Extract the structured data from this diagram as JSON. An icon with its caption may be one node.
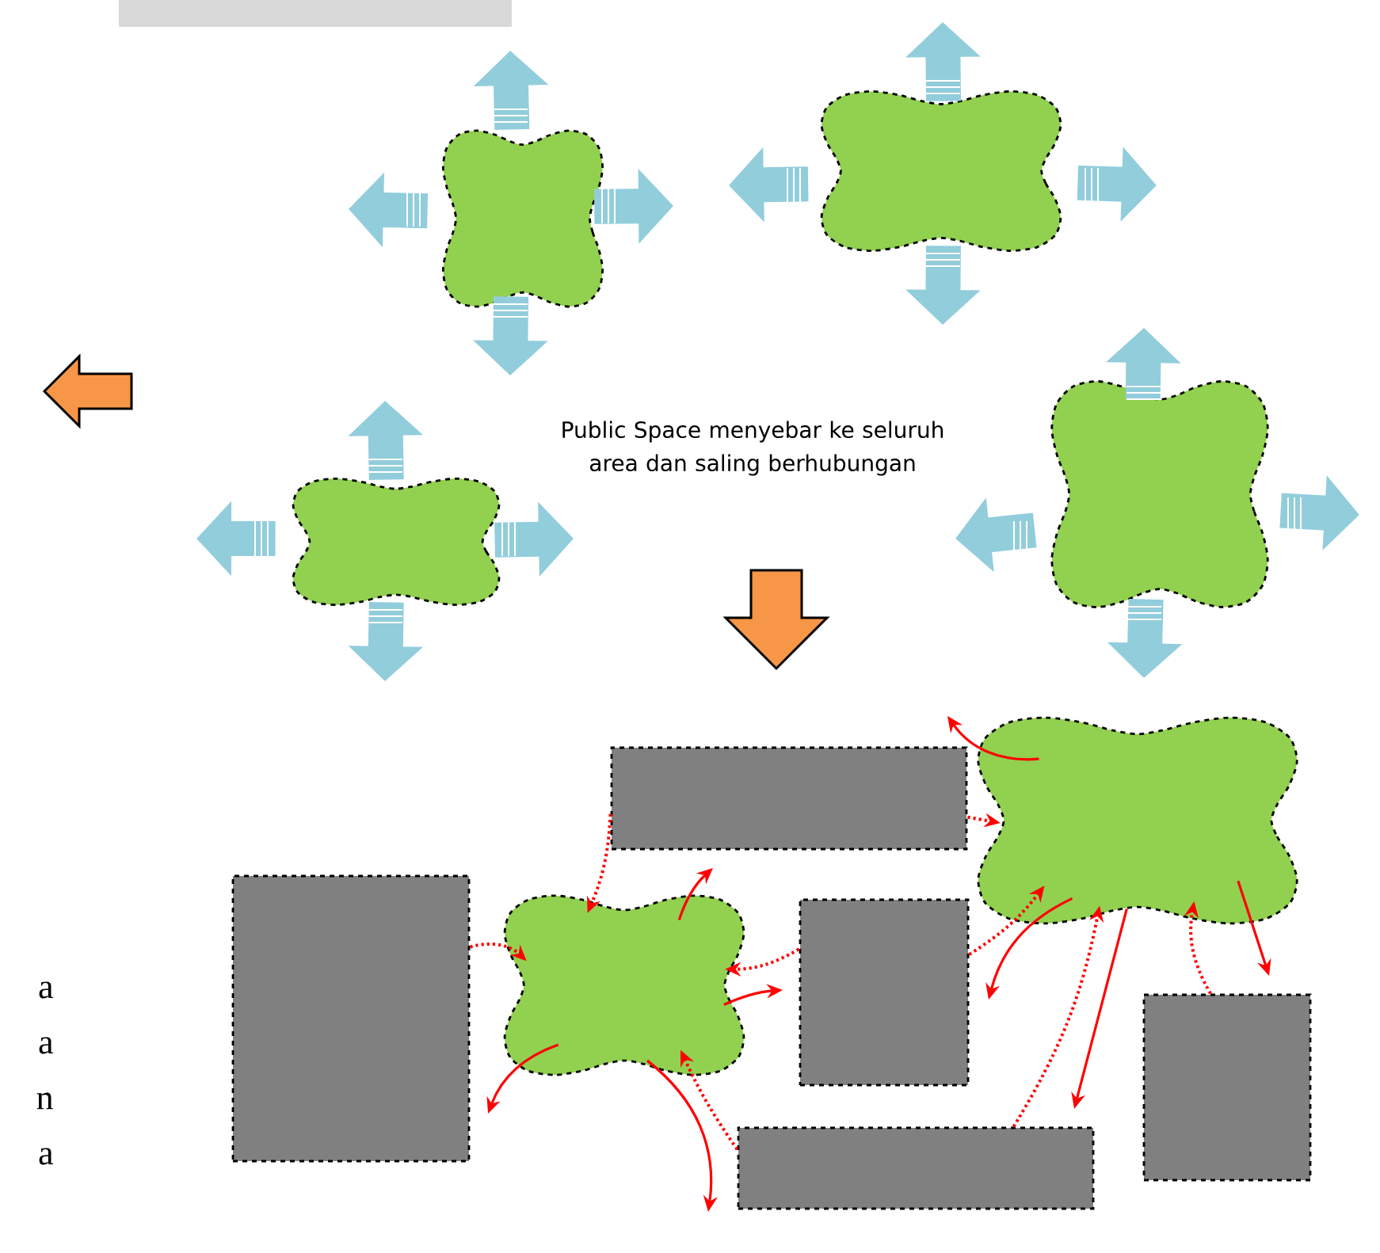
{
  "diagram": {
    "nodes": [
      {
        "text": [],
        "shape": "bar"
      },
      {
        "text": [],
        "shape": "cloud"
      },
      {
        "text": [],
        "shape": "cloud"
      },
      {
        "text": [],
        "shape": "cloud"
      },
      {
        "text": [],
        "shape": "cloud"
      },
      {
        "text": [],
        "shape": "box"
      },
      {
        "text": [],
        "shape": "box"
      },
      {
        "text": [],
        "shape": "cloud"
      },
      {
        "text": [],
        "shape": "box"
      },
      {
        "text": [],
        "shape": "cloud"
      },
      {
        "text": [],
        "shape": "box"
      },
      {
        "text": [],
        "shape": "box"
      }
    ],
    "edges": [
      {
        "from": 5,
        "to": 7,
        "arrow": "to",
        "style": "dashed"
      },
      {
        "from": 6,
        "to": 7,
        "arrow": "to",
        "style": "dashed"
      },
      {
        "from": 7,
        "to": null,
        "arrow": "to"
      },
      {
        "from": 8,
        "to": 7,
        "arrow": "to",
        "style": "dashed"
      },
      {
        "from": 7,
        "to": null,
        "arrow": "to"
      },
      {
        "from": 7,
        "to": null,
        "arrow": "to"
      },
      {
        "from": 7,
        "to": null,
        "arrow": "to"
      },
      {
        "from": 10,
        "to": 7,
        "arrow": "to",
        "style": "dashed"
      },
      {
        "from": 9,
        "to": null,
        "arrow": "to"
      },
      {
        "from": 6,
        "to": 9,
        "arrow": "to",
        "style": "dashed"
      },
      {
        "from": 8,
        "to": 9,
        "arrow": "to",
        "style": "dashed"
      },
      {
        "from": 9,
        "to": null,
        "arrow": "to"
      },
      {
        "from": 10,
        "to": 9,
        "arrow": "to",
        "style": "dashed"
      },
      {
        "from": 9,
        "to": null,
        "arrow": "to"
      },
      {
        "from": 11,
        "to": 9,
        "arrow": "to",
        "style": "dashed"
      },
      {
        "from": 9,
        "to": null,
        "arrow": "to"
      },
      {
        "from": 1,
        "to": null,
        "arrow": "to",
        "style": "thick",
        "color": "#92cddc"
      },
      {
        "from": 1,
        "to": null,
        "arrow": "to",
        "style": "thick",
        "color": "#92cddc"
      },
      {
        "from": 1,
        "to": null,
        "arrow": "to",
        "style": "thick",
        "color": "#92cddc"
      },
      {
        "from": 1,
        "to": null,
        "arrow": "to",
        "style": "thick",
        "color": "#92cddc"
      },
      {
        "from": 2,
        "to": null,
        "arrow": "to",
        "style": "thick",
        "color": "#92cddc"
      },
      {
        "from": 2,
        "to": null,
        "arrow": "to",
        "style": "thick",
        "color": "#92cddc"
      },
      {
        "from": 2,
        "to": null,
        "arrow": "to",
        "style": "thick",
        "color": "#92cddc"
      },
      {
        "from": 2,
        "to": null,
        "arrow": "to",
        "style": "thick",
        "color": "#92cddc"
      },
      {
        "from": 3,
        "to": null,
        "arrow": "to",
        "style": "thick",
        "color": "#92cddc"
      },
      {
        "from": 3,
        "to": null,
        "arrow": "to",
        "style": "thick",
        "color": "#92cddc"
      },
      {
        "from": 3,
        "to": null,
        "arrow": "to",
        "style": "thick",
        "color": "#92cddc"
      },
      {
        "from": 3,
        "to": null,
        "arrow": "to",
        "style": "thick",
        "color": "#92cddc"
      },
      {
        "from": 4,
        "to": null,
        "arrow": "to",
        "style": "thick",
        "color": "#92cddc"
      },
      {
        "from": 4,
        "to": null,
        "arrow": "to",
        "style": "thick",
        "color": "#92cddc"
      },
      {
        "from": 4,
        "to": null,
        "arrow": "to",
        "style": "thick",
        "color": "#92cddc"
      },
      {
        "from": 4,
        "to": null,
        "arrow": "to",
        "style": "thick",
        "color": "#92cddc"
      }
    ],
    "labels": [
      "Public Space menyebar ke seluruh area dan saling berhubungan",
      "a",
      "a",
      "n",
      "a"
    ]
  }
}
